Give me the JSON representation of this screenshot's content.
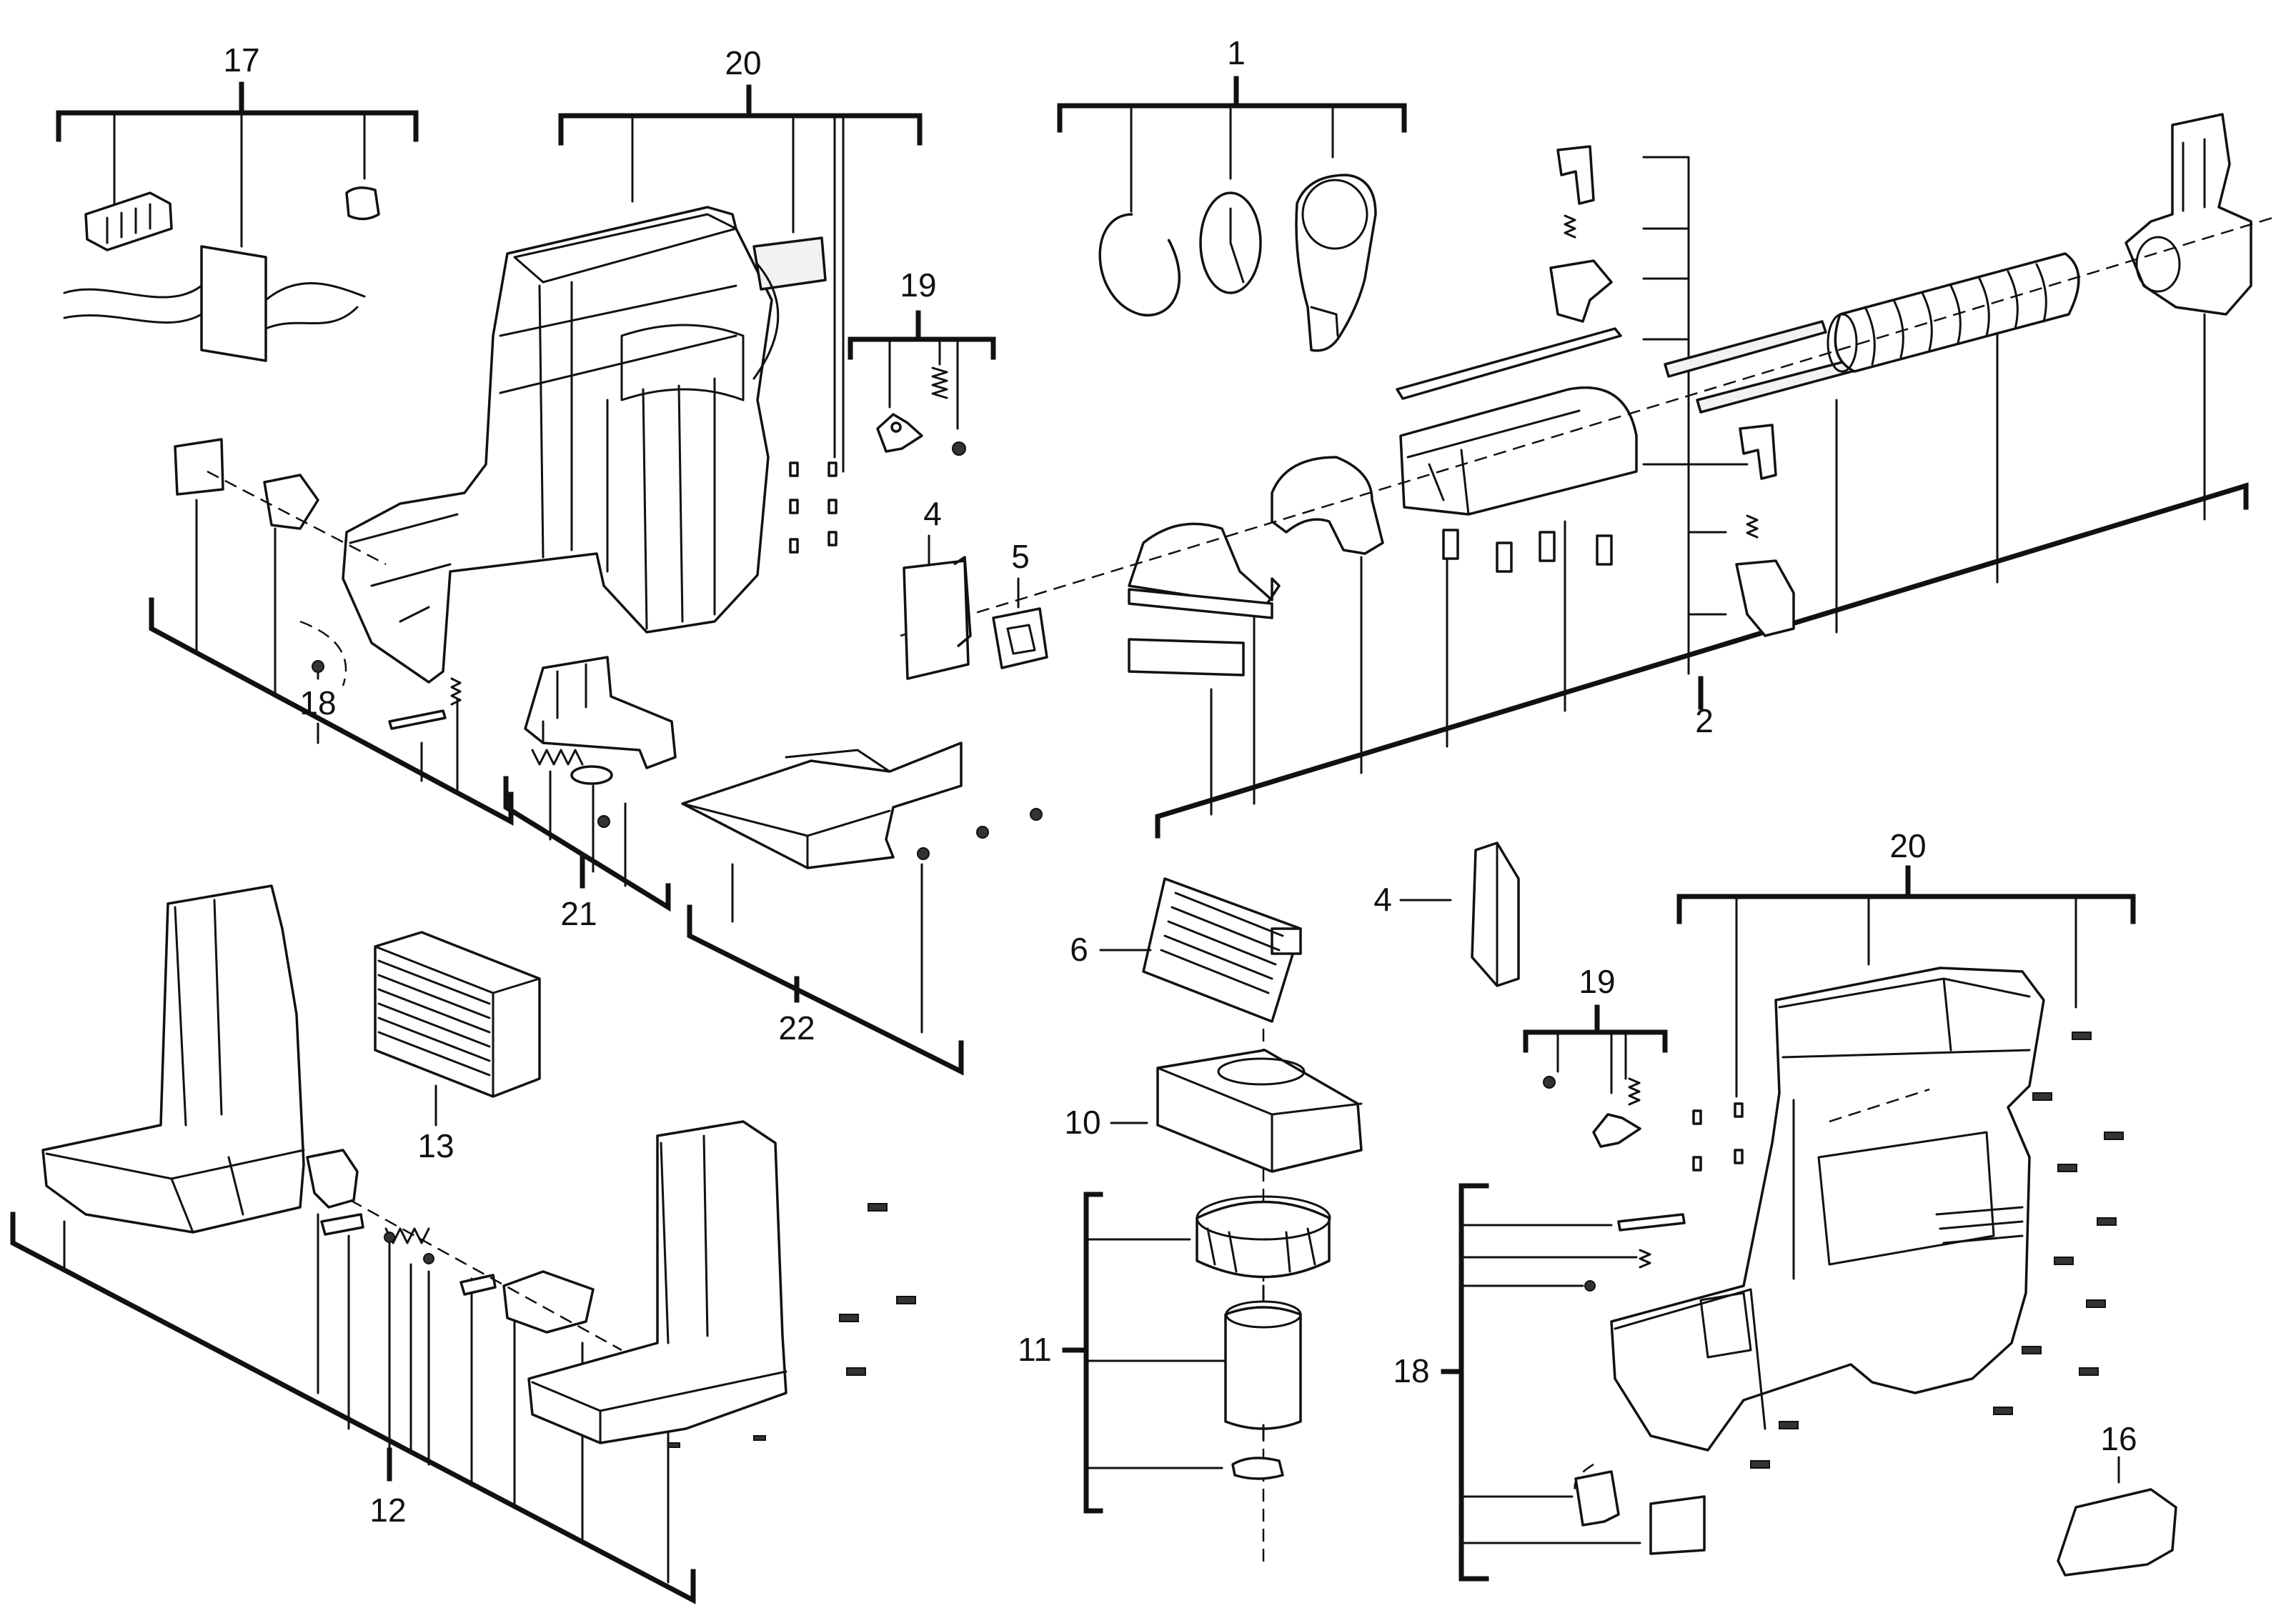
{
  "callouts": {
    "c1": "1",
    "c2": "2",
    "c4a": "4",
    "c4b": "4",
    "c5": "5",
    "c6": "6",
    "c10": "10",
    "c11": "11",
    "c12": "12",
    "c13": "13",
    "c16": "16",
    "c17": "17",
    "c18a": "18",
    "c18b": "18",
    "c19a": "19",
    "c19b": "19",
    "c20a": "20",
    "c20b": "20",
    "c21": "21",
    "c22": "22"
  }
}
